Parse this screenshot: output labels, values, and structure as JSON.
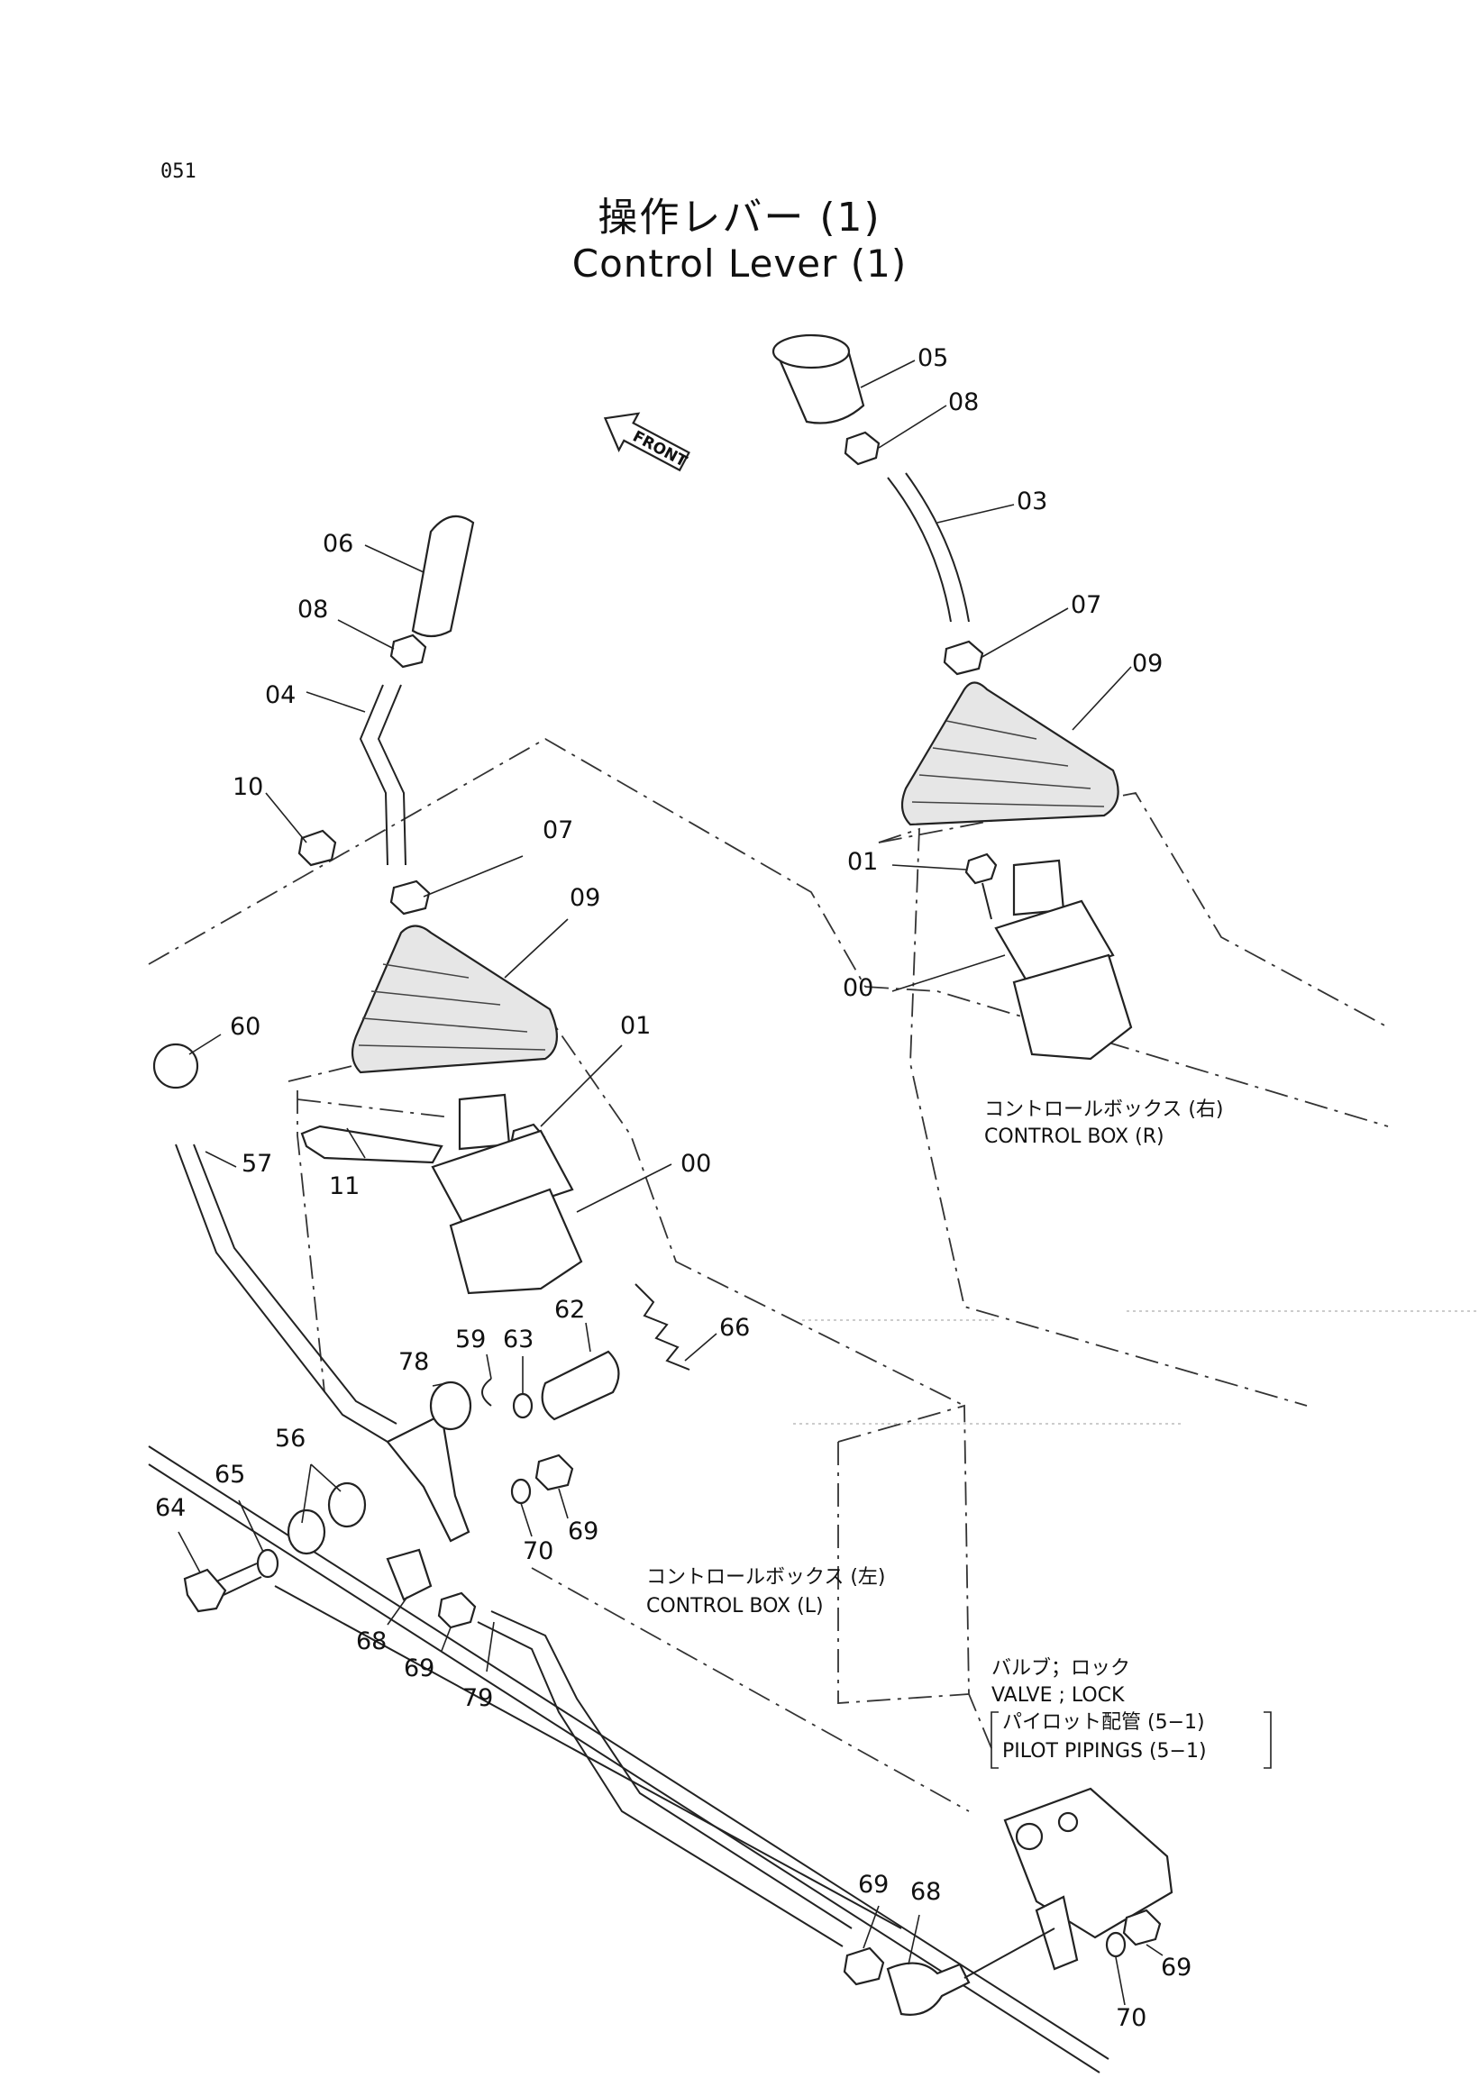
{
  "page": {
    "number": "051",
    "title_jp": "操作レバー (1)",
    "title_en": "Control Lever (1)"
  },
  "front_arrow": {
    "label": "FRONT"
  },
  "captions": {
    "box_right_jp": "コントロールボックス (右)",
    "box_right_en": "CONTROL BOX (R)",
    "box_left_jp": "コントロールボックス (左)",
    "box_left_en": "CONTROL BOX (L)",
    "valve_jp": "バルブ；ロック",
    "valve_en": "VALVE ; LOCK",
    "pilot_jp": "パイロット配管 (5−1)",
    "pilot_en": "PILOT PIPINGS (5−1)"
  },
  "parts": {
    "p05": "05",
    "p08_r": "08",
    "p03": "03",
    "p07_r": "07",
    "p09_r": "09",
    "p01_r": "01",
    "p00_r": "00",
    "p06": "06",
    "p08_l": "08",
    "p04": "04",
    "p10": "10",
    "p07_l": "07",
    "p09_l": "09",
    "p01_l": "01",
    "p60": "60",
    "p57": "57",
    "p11": "11",
    "p00_l": "00",
    "p62": "62",
    "p66": "66",
    "p78": "78",
    "p59": "59",
    "p63": "63",
    "p56": "56",
    "p65": "65",
    "p64": "64",
    "p70_l": "70",
    "p69_l": "69",
    "p68_l": "68",
    "p69_m": "69",
    "p79": "79",
    "p69_b": "69",
    "p68_b": "68",
    "p69_v": "69",
    "p70_v": "70"
  }
}
